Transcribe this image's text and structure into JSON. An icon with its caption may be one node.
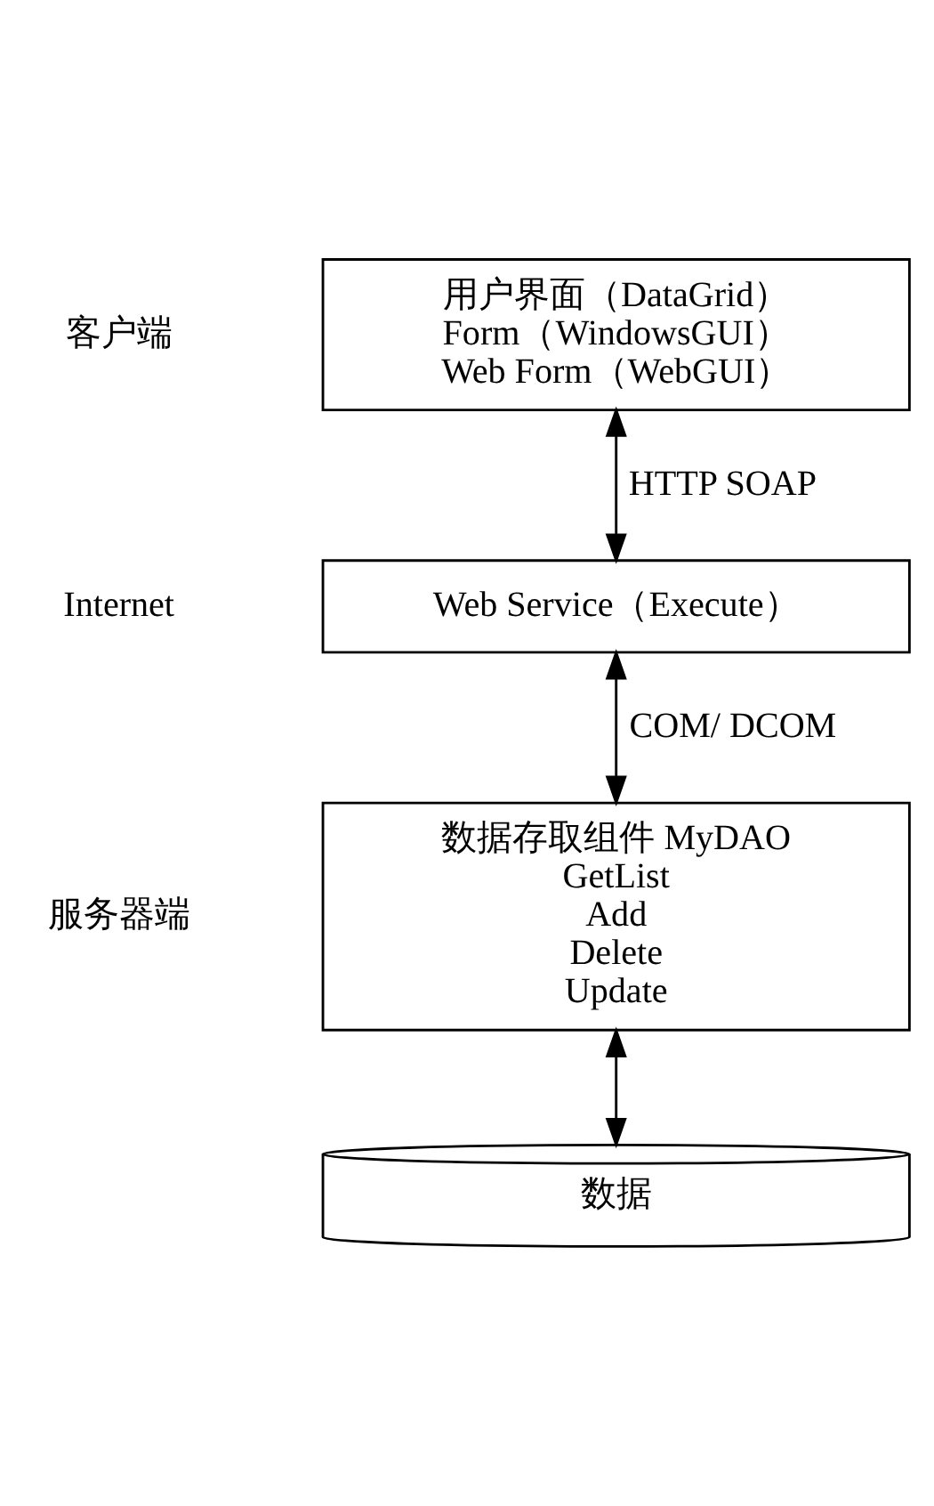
{
  "diagram": {
    "nodes": [
      {
        "text": [
          "用户界面（DataGrid）",
          "Form（WindowsGUI）",
          "Web Form（WebGUI）"
        ]
      },
      {
        "text": [
          "Web Service（Execute）"
        ]
      },
      {
        "text": [
          "数据存取组件 MyDAO",
          "GetList",
          "Add",
          "Delete",
          "Update"
        ]
      },
      {
        "text": [
          "数据"
        ]
      }
    ],
    "edges": [
      {
        "from": 0,
        "to": 1,
        "arrow": "both",
        "label": "HTTP SOAP"
      },
      {
        "from": 1,
        "to": 2,
        "arrow": "both",
        "label": "COM/ DCOM"
      },
      {
        "from": 2,
        "to": 3,
        "arrow": "both"
      }
    ],
    "labels": [
      "客户端",
      "Internet",
      "服务器端"
    ]
  }
}
